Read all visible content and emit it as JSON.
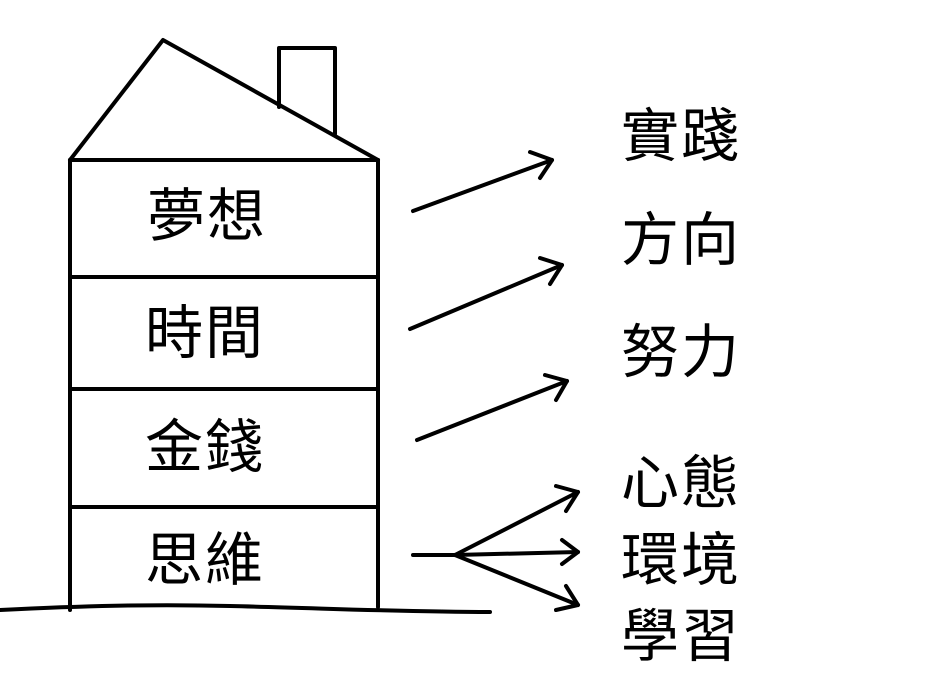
{
  "house": {
    "floors": [
      "夢想",
      "時間",
      "金錢",
      "思維"
    ]
  },
  "outcomes": [
    "實踐",
    "方向",
    "努力",
    "心態",
    "環境",
    "學習"
  ],
  "colors": {
    "stroke": "#000000",
    "background": "#ffffff"
  }
}
